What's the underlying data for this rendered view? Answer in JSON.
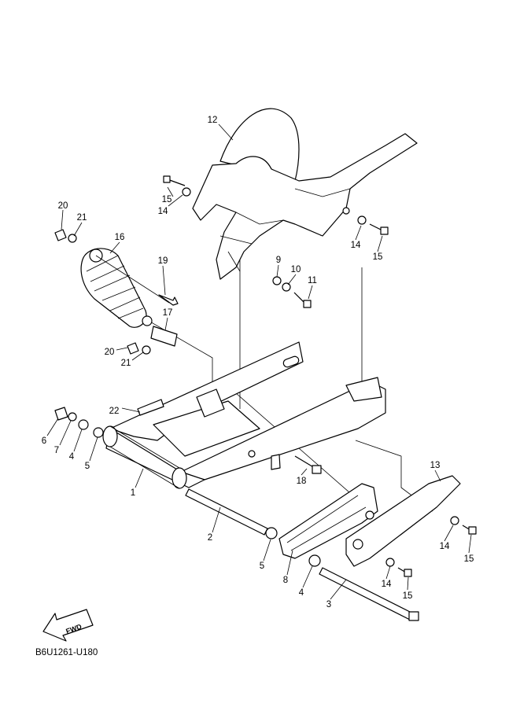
{
  "diagram_code": "B6U1261-U180",
  "fwd_label": "FWD",
  "callouts": [
    "12",
    "15",
    "14",
    "20",
    "21",
    "16",
    "19",
    "9",
    "10",
    "11",
    "14",
    "15",
    "17",
    "20",
    "21",
    "22",
    "6",
    "7",
    "4",
    "5",
    "1",
    "18",
    "13",
    "2",
    "14",
    "15",
    "5",
    "8",
    "14",
    "15",
    "4",
    "3"
  ]
}
